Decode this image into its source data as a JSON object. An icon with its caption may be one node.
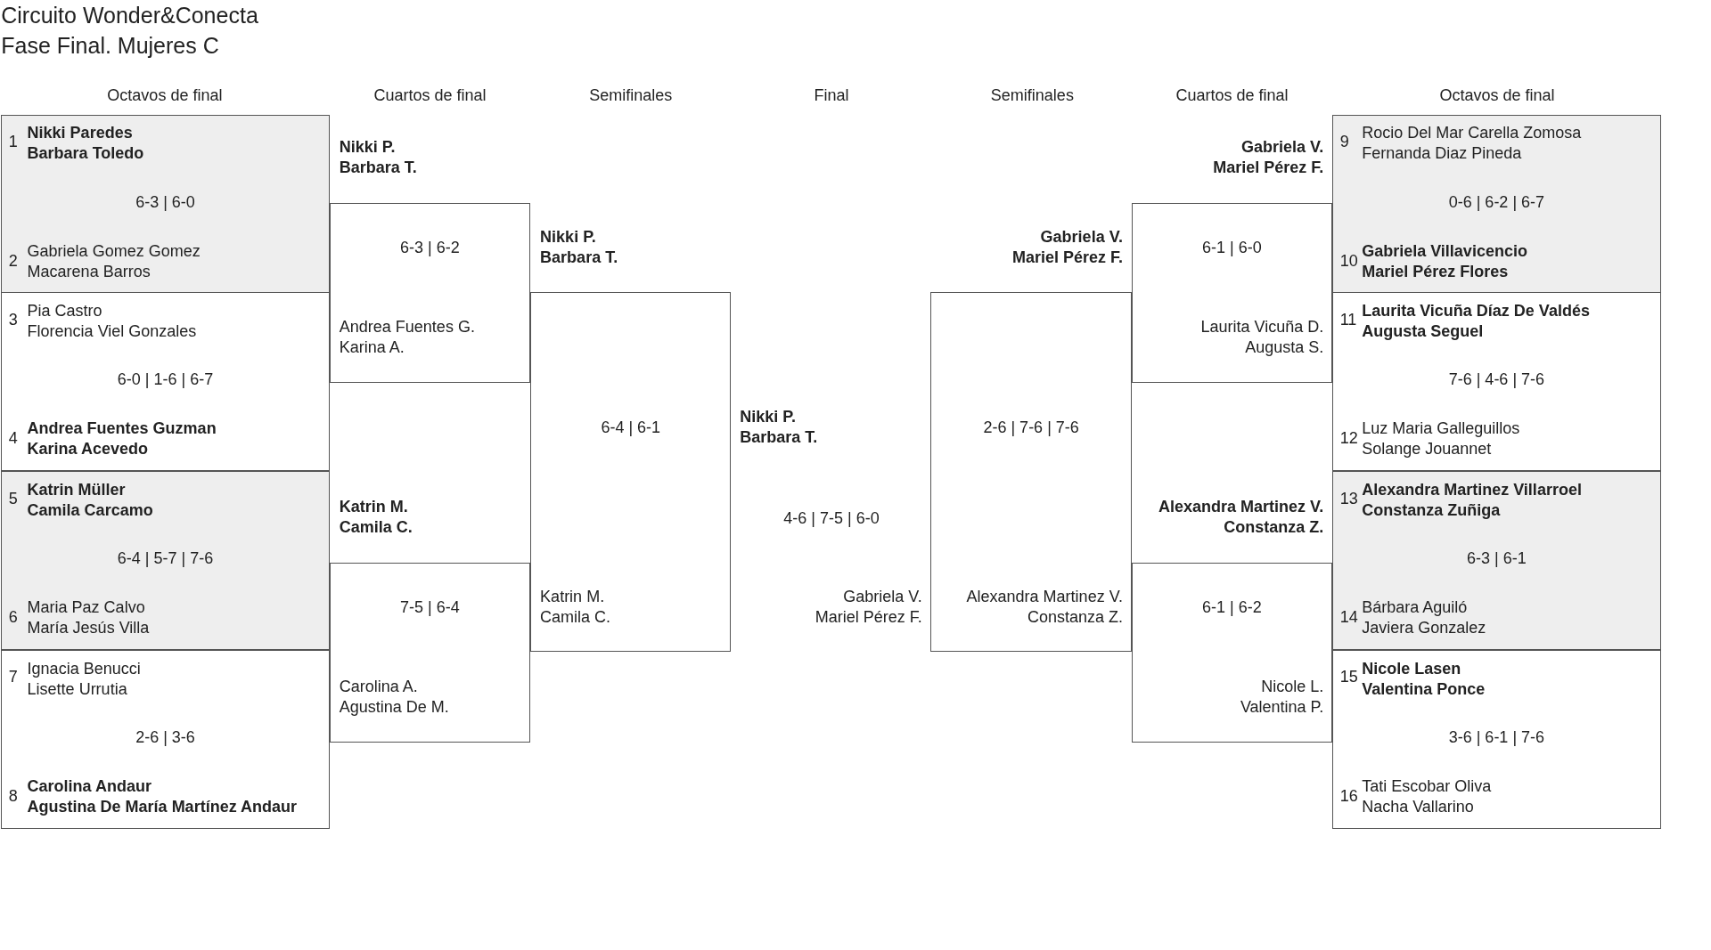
{
  "diagram": {
    "title": "Circuito Wonder&Conecta",
    "nodes": [
      {
        "text": [
          "1",
          "Nikki Paredes Barbara Toledo",
          "6-3 | 6-0",
          "2",
          "Gabriela Gomez Gomez Macarena Barros"
        ]
      },
      {
        "text": [
          "3",
          "Pia Castro Florencia Viel Gonzales",
          "6-0 | 1-6 | 6-7",
          "4",
          "Andrea Fuentes Guzman Karina Acevedo"
        ]
      },
      {
        "text": [
          "5",
          "Katrin Müller Camila Carcamo",
          "6-4 | 5-7 | 7-6",
          "6",
          "Maria Paz Calvo María Jesús Villa"
        ]
      },
      {
        "text": [
          "7",
          "Ignacia Benucci Lisette Urrutia",
          "2-6 | 3-6",
          "8",
          "Carolina Andaur Agustina De María Martínez Andaur"
        ]
      },
      {
        "text": [
          "Nikki P. Barbara T.",
          "6-3 | 6-2",
          "Andrea Fuentes G. Karina A."
        ]
      },
      {
        "text": [
          "Katrin M. Camila C.",
          "7-5 | 6-4",
          "Carolina A. Agustina De M."
        ]
      },
      {
        "text": [
          "Nikki P. Barbara T.",
          "6-4 | 6-1",
          "Katrin M. Camila C."
        ]
      },
      {
        "text": [
          "Gabriela V. Mariel Pérez F.",
          "2-6 | 7-6 | 7-6",
          "Alexandra Martinez V. Constanza Z."
        ]
      },
      {
        "text": [
          "Gabriela V. Mariel Pérez F.",
          "6-1 | 6-0",
          "Laurita Vicuña D. Augusta S."
        ]
      },
      {
        "text": [
          "Alexandra Martinez V. Constanza Z.",
          "6-1 | 6-2",
          "Nicole L. Valentina P."
        ]
      },
      {
        "text": [
          "9",
          "Rocio Del Mar Carella Zomosa Fernanda Diaz Pineda",
          "0-6 | 6-2 | 6-7",
          "10",
          "Gabriela Villavicencio Mariel Pérez Flores"
        ]
      },
      {
        "text": [
          "11",
          "Laurita Vicuña Díaz De Valdés Augusta Seguel",
          "7-6 | 4-6 | 7-6",
          "12",
          "Luz Maria Galleguillos Solange Jouannet"
        ]
      },
      {
        "text": [
          "13",
          "Alexandra Martinez Villarroel Constanza Zuñiga",
          "6-3 | 6-1",
          "14",
          "Bárbara Aguiló Javiera Gonzalez"
        ]
      },
      {
        "text": [
          "15",
          "Nicole Lasen Valentina Ponce",
          "3-6 | 6-1 | 7-6",
          "16",
          "Tati Escobar Oliva Nacha Vallarino"
        ]
      }
    ],
    "labels": [
      "Fase Final. Mujeres C",
      "Octavos de final",
      "Cuartos de final",
      "Semifinales",
      "Final",
      "Semifinales",
      "Cuartos de final",
      "Octavos de final",
      "Nikki P. Barbara T.",
      "4-6 | 7-5 | 6-0",
      "Gabriela V. Mariel Pérez F."
    ]
  }
}
